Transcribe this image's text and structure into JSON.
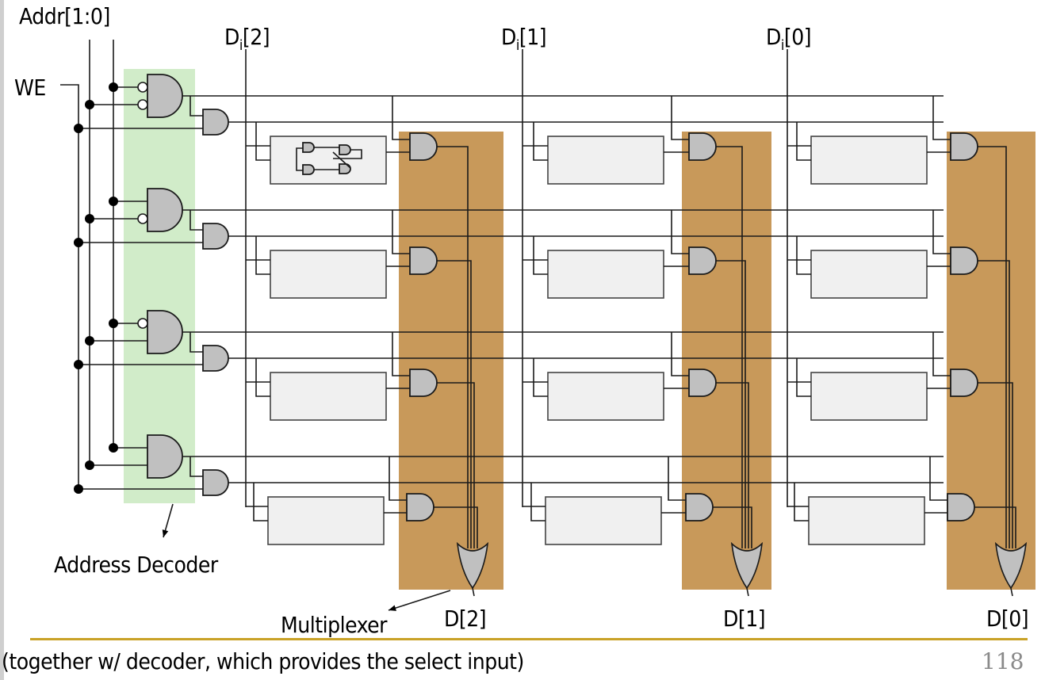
{
  "labels": {
    "addr": "Addr[1:0]",
    "we": "WE",
    "data_in": [
      {
        "base": "D",
        "sub": "i",
        "index": "[2]"
      },
      {
        "base": "D",
        "sub": "i",
        "index": "[1]"
      },
      {
        "base": "D",
        "sub": "i",
        "index": "[0]"
      }
    ],
    "data_out": [
      "D[2]",
      "D[1]",
      "D[0]"
    ],
    "address_decoder": "Address Decoder",
    "multiplexer": "Multiplexer",
    "caption": "(together w/ decoder, which provides the select input)",
    "page_number": "118"
  },
  "structure": {
    "rows": 4,
    "columns": 3,
    "decoder_inputs": [
      [
        "inv",
        "inv"
      ],
      [
        "pos",
        "inv"
      ],
      [
        "inv",
        "pos"
      ],
      [
        "pos",
        "pos"
      ]
    ]
  },
  "colors": {
    "decoder_highlight": "#d1ecc9",
    "mux_highlight": "#c8995a",
    "gate_fill": "#c0c0c0",
    "cell_fill": "#f0f0f0",
    "wire": "#1a1a1a",
    "footer_rule": "#c9a227",
    "page_number": "#8a8a8a"
  }
}
